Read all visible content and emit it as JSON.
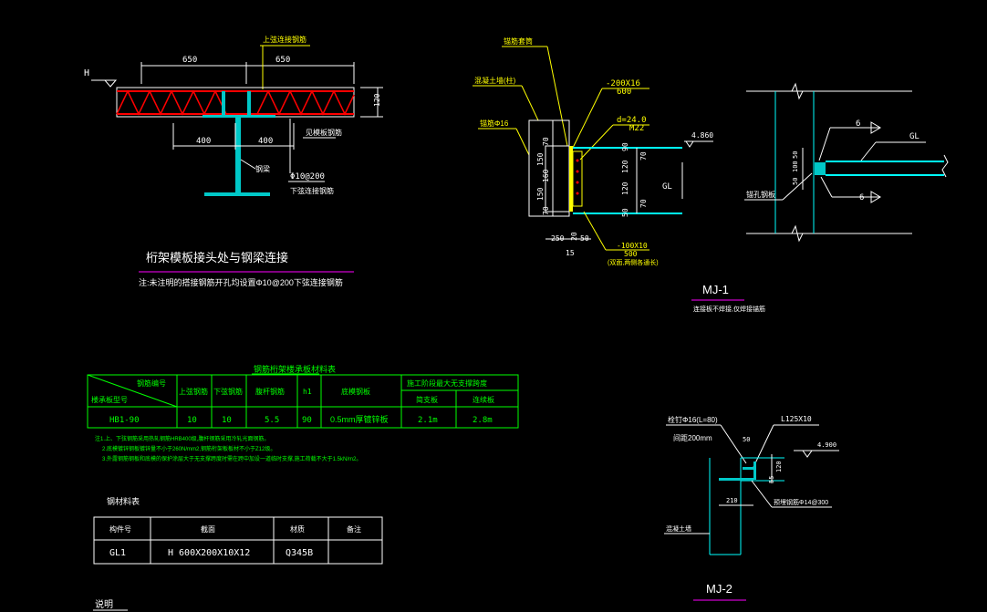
{
  "colors": {
    "background": "#000000",
    "yellow": "#ffff00",
    "white": "#ffffff",
    "cyan": "#00ffff",
    "green": "#00ff00",
    "red": "#ff0000",
    "magenta": "#ff00ff",
    "steel": "#00c8c8"
  },
  "detail1": {
    "title": "桁架模板接头处与钢梁连接",
    "note": "注:未注明的搭接钢筋开孔均设置Φ10@200下弦连接钢筋",
    "level_mark": "H",
    "dim_top_left": "650",
    "dim_top_right": "650",
    "dim_bottom_left": "400",
    "dim_bottom_right": "400",
    "dim_height": "120",
    "label_top_bar": "上弦连接钢筋",
    "label_outline": "见模板钢筋",
    "label_steel": "钢梁",
    "label_rebar": "Φ10@200",
    "label_bottom_bar": "下弦连接钢筋"
  },
  "mj1": {
    "title": "MJ-1",
    "subtitle": "连接板不焊接,仅焊接锚筋",
    "label_anchor": "锚筋套筒",
    "label_concrete": "混凝土墙(柱)",
    "label_stud": "锚筋Φ16",
    "plate_top": "-200X16",
    "plate_top_len": "600",
    "bolt_dia": "d=24.0",
    "bolt": "M22",
    "level": "4.860",
    "beam": "GL",
    "plate_bottom": "-100X10",
    "plate_bottom_len": "500",
    "plate_note": "(双面,两侧各通长)",
    "dims_left": [
      "70",
      "150",
      "160",
      "150",
      "70"
    ],
    "dims_right": [
      "90",
      "70",
      "120",
      "120",
      "70",
      "50"
    ],
    "dims_bottom": [
      "250",
      "20",
      "50",
      "15"
    ]
  },
  "gl_detail": {
    "beam": "GL",
    "weld_top": "6",
    "weld_bottom": "6",
    "dims": [
      "50",
      "100",
      "50"
    ],
    "label": "锚孔钢板"
  },
  "truss_table": {
    "title": "钢筋桁架楼承板材料表",
    "header_diag_top": "钢筋编号",
    "header_diag_bottom": "楼承板型号",
    "columns": [
      "上弦钢筋",
      "下弦钢筋",
      "腹杆钢筋",
      "h1",
      "底模钢板"
    ],
    "span_header": "施工阶段最大无支撑跨度",
    "span_sub": [
      "简支板",
      "连续板"
    ],
    "rows": [
      [
        "HB1-90",
        "10",
        "10",
        "5.5",
        "90",
        "0.5mm厚镀锌板",
        "2.1m",
        "2.8m"
      ]
    ],
    "notes": [
      "注1.上、下弦钢筋采用热轧钢筋HRB400级,腹杆钢筋采用冷轧光面钢筋。",
      "2.底模镀锌钢板镀锌量不小于260N/mm2,钢筋桁架板板材不小于Z12级。",
      "3.外露钢筋钢板和底模的保护涂层大于无支撑跨度时需在跨中加设一道临时支撑,施工荷载不大于1.5kN/m2。"
    ]
  },
  "steel_table": {
    "title": "钢材料表",
    "columns": [
      "构件号",
      "截面",
      "材质",
      "备注"
    ],
    "rows": [
      [
        "GL1",
        "H 600X200X10X12",
        "Q345B",
        ""
      ]
    ]
  },
  "mj2": {
    "title": "MJ-2",
    "label_bolt": "栓钉Φ16(L=80)",
    "label_spacing": "间距200mm",
    "label_angle": "L125X10",
    "level": "4.900",
    "dims": [
      "50",
      "120",
      "55"
    ],
    "dim_210": "210",
    "label_rebar": "预埋钢筋Φ14@300",
    "label_wall": "混凝土墙"
  },
  "footer": {
    "label": "说明"
  }
}
